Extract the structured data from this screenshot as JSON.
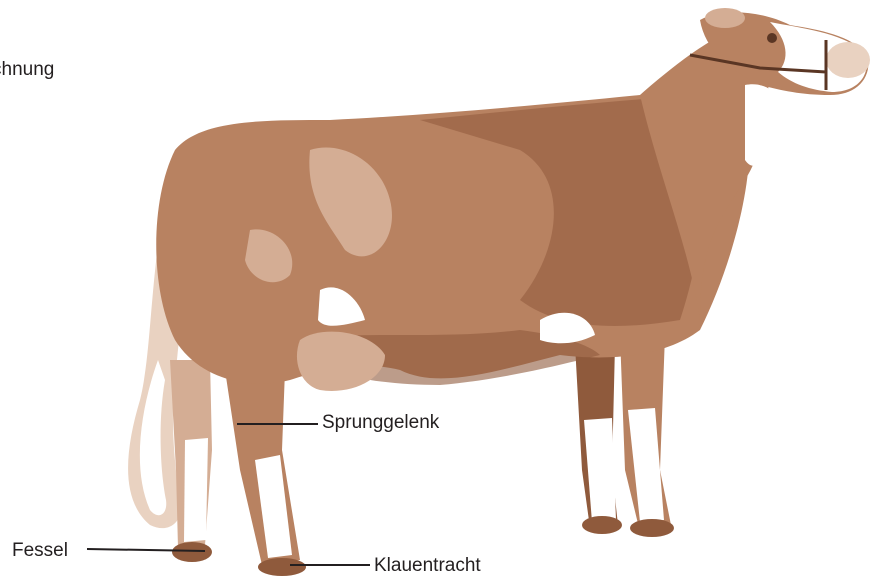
{
  "labels": {
    "top_partial": "chnung",
    "sprunggelenk": "Sprunggelenk",
    "fessel": "Fessel",
    "klauentracht": "Klauentracht"
  },
  "colors": {
    "coat_main": "#b88261",
    "coat_dark": "#8f5a3c",
    "coat_light": "#d4ad94",
    "coat_pale": "#e9d2c1",
    "white_patch": "#ffffff",
    "leader_line": "#231f20",
    "label_text": "#231f20"
  },
  "figure": {
    "subject": "cow-side-view-icon"
  }
}
